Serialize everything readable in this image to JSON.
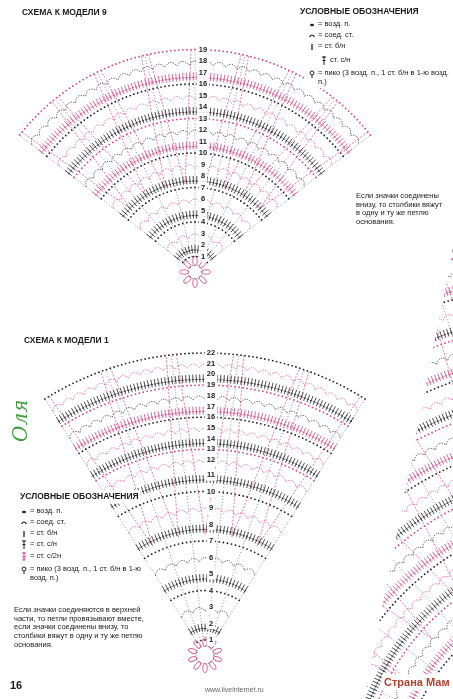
{
  "diagram": {
    "labels": [
      "СХЕМА К МОДЕЛИ 9",
      "УСЛОВНЫЕ ОБОЗНАЧЕНИЯ",
      "Если значки соединены внизу, то столбики вяжут в одну и ту же петлю основания.",
      "19",
      "18",
      "17",
      "16",
      "15",
      "14",
      "13",
      "12",
      "11",
      "10",
      "9",
      "8",
      "7",
      "6",
      "5",
      "4",
      "3",
      "2",
      "1",
      "СХЕМА К МОДЕЛИ 1",
      "УСЛОВНЫЕ ОБОЗНАЧЕНИЯ",
      "Если значки соединяются в верхней части, то петли провязывают вместе, если значки соединены внизу, то столбики вяжут в одну и ту же петлю основания.",
      "22",
      "21",
      "20",
      "19",
      "18",
      "17",
      "16",
      "15",
      "14",
      "13",
      "12",
      "11",
      "10",
      "9",
      "8",
      "7",
      "6",
      "5",
      "4",
      "3",
      "2",
      "1",
      "16",
      "www.liveinternet.ru",
      "Страна Мам",
      "Оля"
    ],
    "legend": [
      {
        "text": "= возд. п."
      },
      {
        "text": "= соед. ст."
      },
      {
        "text": "= ст. б/н"
      },
      {
        "text": "ст. с/н"
      },
      {
        "text": "= пико (3 возд. п., 1 ст. б/н в 1-ю возд. п.)"
      },
      {
        "text": "= возд. п."
      },
      {
        "text": "= соед. ст."
      },
      {
        "text": "= ст. б/н"
      },
      {
        "text": "= ст. с/н"
      },
      {
        "text": "= ст. с/2н"
      },
      {
        "text": "= пико (3 возд. п., 1 ст. б/н в 1-ю возд. п.)"
      }
    ]
  }
}
